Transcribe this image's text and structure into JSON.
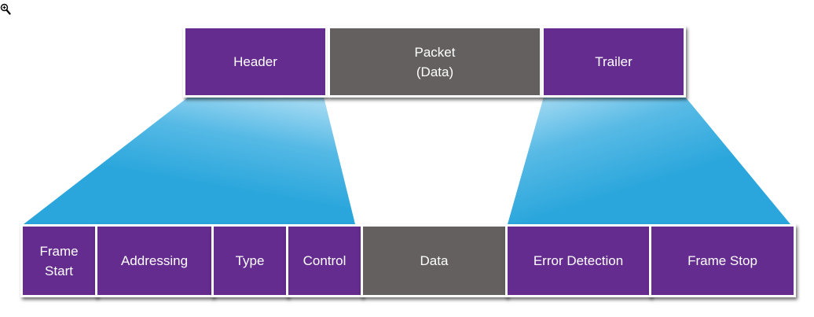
{
  "colors": {
    "purple": "#652c8f",
    "gray": "#646060",
    "blue": "#2fa8dc",
    "border": "#ffffff"
  },
  "icons": {
    "zoom": "magnifier-zoom-icon"
  },
  "top_row": {
    "header": "Header",
    "packet": "Packet\n(Data)",
    "trailer": "Trailer"
  },
  "bottom_row": {
    "frame_start": "Frame\nStart",
    "addressing": "Addressing",
    "type": "Type",
    "control": "Control",
    "data": "Data",
    "error_detection": "Error Detection",
    "frame_stop": "Frame Stop"
  }
}
